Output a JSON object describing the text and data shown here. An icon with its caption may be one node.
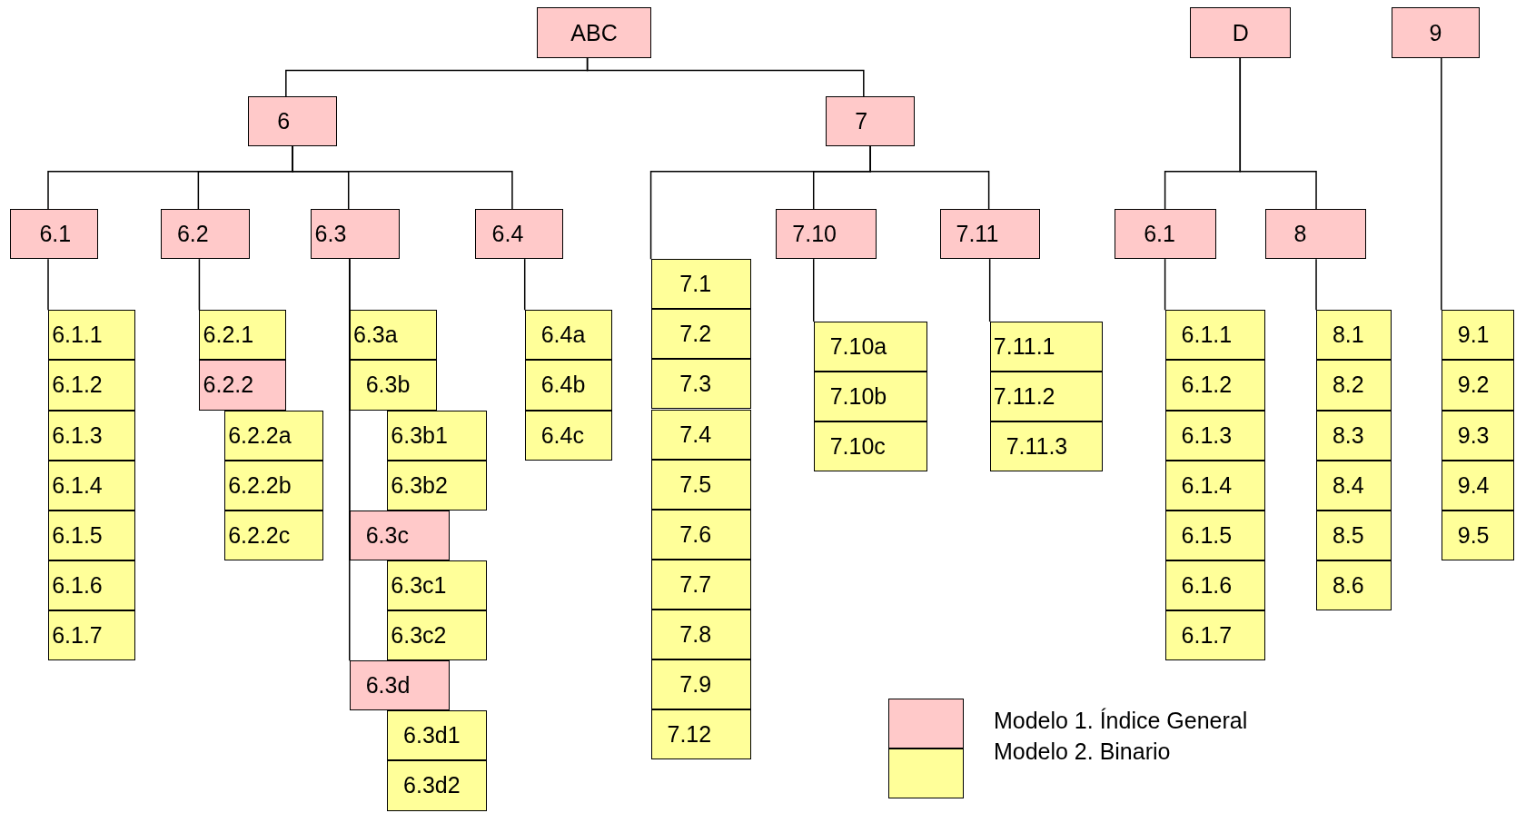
{
  "diagram": {
    "nodes": [
      {
        "text": [
          "ABC"
        ]
      },
      {
        "text": [
          "D"
        ]
      },
      {
        "text": [
          "9"
        ]
      },
      {
        "text": [
          "6"
        ]
      },
      {
        "text": [
          "7"
        ]
      },
      {
        "text": [
          "6.1"
        ]
      },
      {
        "text": [
          "6.2"
        ]
      },
      {
        "text": [
          "6.3"
        ]
      },
      {
        "text": [
          "6.4"
        ]
      },
      {
        "text": [
          "7.10"
        ]
      },
      {
        "text": [
          "7.11"
        ]
      },
      {
        "text": [
          "6.1"
        ]
      },
      {
        "text": [
          "8"
        ]
      },
      {
        "text": [
          "6.1.1"
        ]
      },
      {
        "text": [
          "6.1.2"
        ]
      },
      {
        "text": [
          "6.1.3"
        ]
      },
      {
        "text": [
          "6.1.4"
        ]
      },
      {
        "text": [
          "6.1.5"
        ]
      },
      {
        "text": [
          "6.1.6"
        ]
      },
      {
        "text": [
          "6.1.7"
        ]
      },
      {
        "text": [
          "6.2.1"
        ]
      },
      {
        "text": [
          "6.2.2"
        ]
      },
      {
        "text": [
          "6.2.2a"
        ]
      },
      {
        "text": [
          "6.2.2b"
        ]
      },
      {
        "text": [
          "6.2.2c"
        ]
      },
      {
        "text": [
          "6.3a"
        ]
      },
      {
        "text": [
          "6.3b"
        ]
      },
      {
        "text": [
          "6.3b1"
        ]
      },
      {
        "text": [
          "6.3b2"
        ]
      },
      {
        "text": [
          "6.3c"
        ]
      },
      {
        "text": [
          "6.3c1"
        ]
      },
      {
        "text": [
          "6.3c2"
        ]
      },
      {
        "text": [
          "6.3d"
        ]
      },
      {
        "text": [
          "6.3d1"
        ]
      },
      {
        "text": [
          "6.3d2"
        ]
      },
      {
        "text": [
          "6.4a"
        ]
      },
      {
        "text": [
          "6.4b"
        ]
      },
      {
        "text": [
          "6.4c"
        ]
      },
      {
        "text": [
          "7.1"
        ]
      },
      {
        "text": [
          "7.2"
        ]
      },
      {
        "text": [
          "7.3"
        ]
      },
      {
        "text": [
          "7.4"
        ]
      },
      {
        "text": [
          "7.5"
        ]
      },
      {
        "text": [
          "7.6"
        ]
      },
      {
        "text": [
          "7.7"
        ]
      },
      {
        "text": [
          "7.8"
        ]
      },
      {
        "text": [
          "7.9"
        ]
      },
      {
        "text": [
          "7.12"
        ]
      },
      {
        "text": [
          "7.10a"
        ]
      },
      {
        "text": [
          "7.10b"
        ]
      },
      {
        "text": [
          "7.10c"
        ]
      },
      {
        "text": [
          "7.11.1"
        ]
      },
      {
        "text": [
          "7.11.2"
        ]
      },
      {
        "text": [
          "7.11.3"
        ]
      },
      {
        "text": [
          "6.1.1"
        ]
      },
      {
        "text": [
          "6.1.2"
        ]
      },
      {
        "text": [
          "6.1.3"
        ]
      },
      {
        "text": [
          "6.1.4"
        ]
      },
      {
        "text": [
          "6.1.5"
        ]
      },
      {
        "text": [
          "6.1.6"
        ]
      },
      {
        "text": [
          "6.1.7"
        ]
      },
      {
        "text": [
          "8.1"
        ]
      },
      {
        "text": [
          "8.2"
        ]
      },
      {
        "text": [
          "8.3"
        ]
      },
      {
        "text": [
          "8.4"
        ]
      },
      {
        "text": [
          "8.5"
        ]
      },
      {
        "text": [
          "8.6"
        ]
      },
      {
        "text": [
          "9.1"
        ]
      },
      {
        "text": [
          "9.2"
        ]
      },
      {
        "text": [
          "9.3"
        ]
      },
      {
        "text": [
          "9.4"
        ]
      },
      {
        "text": [
          "9.5"
        ]
      }
    ],
    "edges": [
      {
        "from": 0,
        "to": 3,
        "arrow": "none"
      },
      {
        "from": 0,
        "to": 4,
        "arrow": "none"
      },
      {
        "from": 3,
        "to": 5,
        "arrow": "none"
      },
      {
        "from": 3,
        "to": 6,
        "arrow": "none"
      },
      {
        "from": 3,
        "to": 7,
        "arrow": "none"
      },
      {
        "from": 3,
        "to": 8,
        "arrow": "none"
      },
      {
        "from": 4,
        "to": 38,
        "arrow": "none"
      },
      {
        "from": 4,
        "to": 9,
        "arrow": "none"
      },
      {
        "from": 4,
        "to": 10,
        "arrow": "none"
      },
      {
        "from": 1,
        "to": 11,
        "arrow": "none"
      },
      {
        "from": 1,
        "to": 12,
        "arrow": "none"
      },
      {
        "from": 2,
        "to": 67,
        "arrow": "none"
      },
      {
        "from": 5,
        "to": 13,
        "arrow": "none"
      },
      {
        "from": 6,
        "to": 20,
        "arrow": "none"
      },
      {
        "from": 7,
        "to": 25,
        "arrow": "none"
      },
      {
        "from": 7,
        "to": 29,
        "arrow": "none"
      },
      {
        "from": 7,
        "to": 32,
        "arrow": "none"
      },
      {
        "from": 8,
        "to": 35,
        "arrow": "none"
      },
      {
        "from": 9,
        "to": 48,
        "arrow": "none"
      },
      {
        "from": 10,
        "to": 51,
        "arrow": "none"
      },
      {
        "from": 11,
        "to": 54,
        "arrow": "none"
      },
      {
        "from": 12,
        "to": 61,
        "arrow": "none"
      }
    ],
    "legend": [
      {
        "text": "Modelo 1. Índice General",
        "color": "#ffc9c9"
      },
      {
        "text": "Modelo 2. Binario",
        "color": "#ffff99"
      }
    ]
  }
}
